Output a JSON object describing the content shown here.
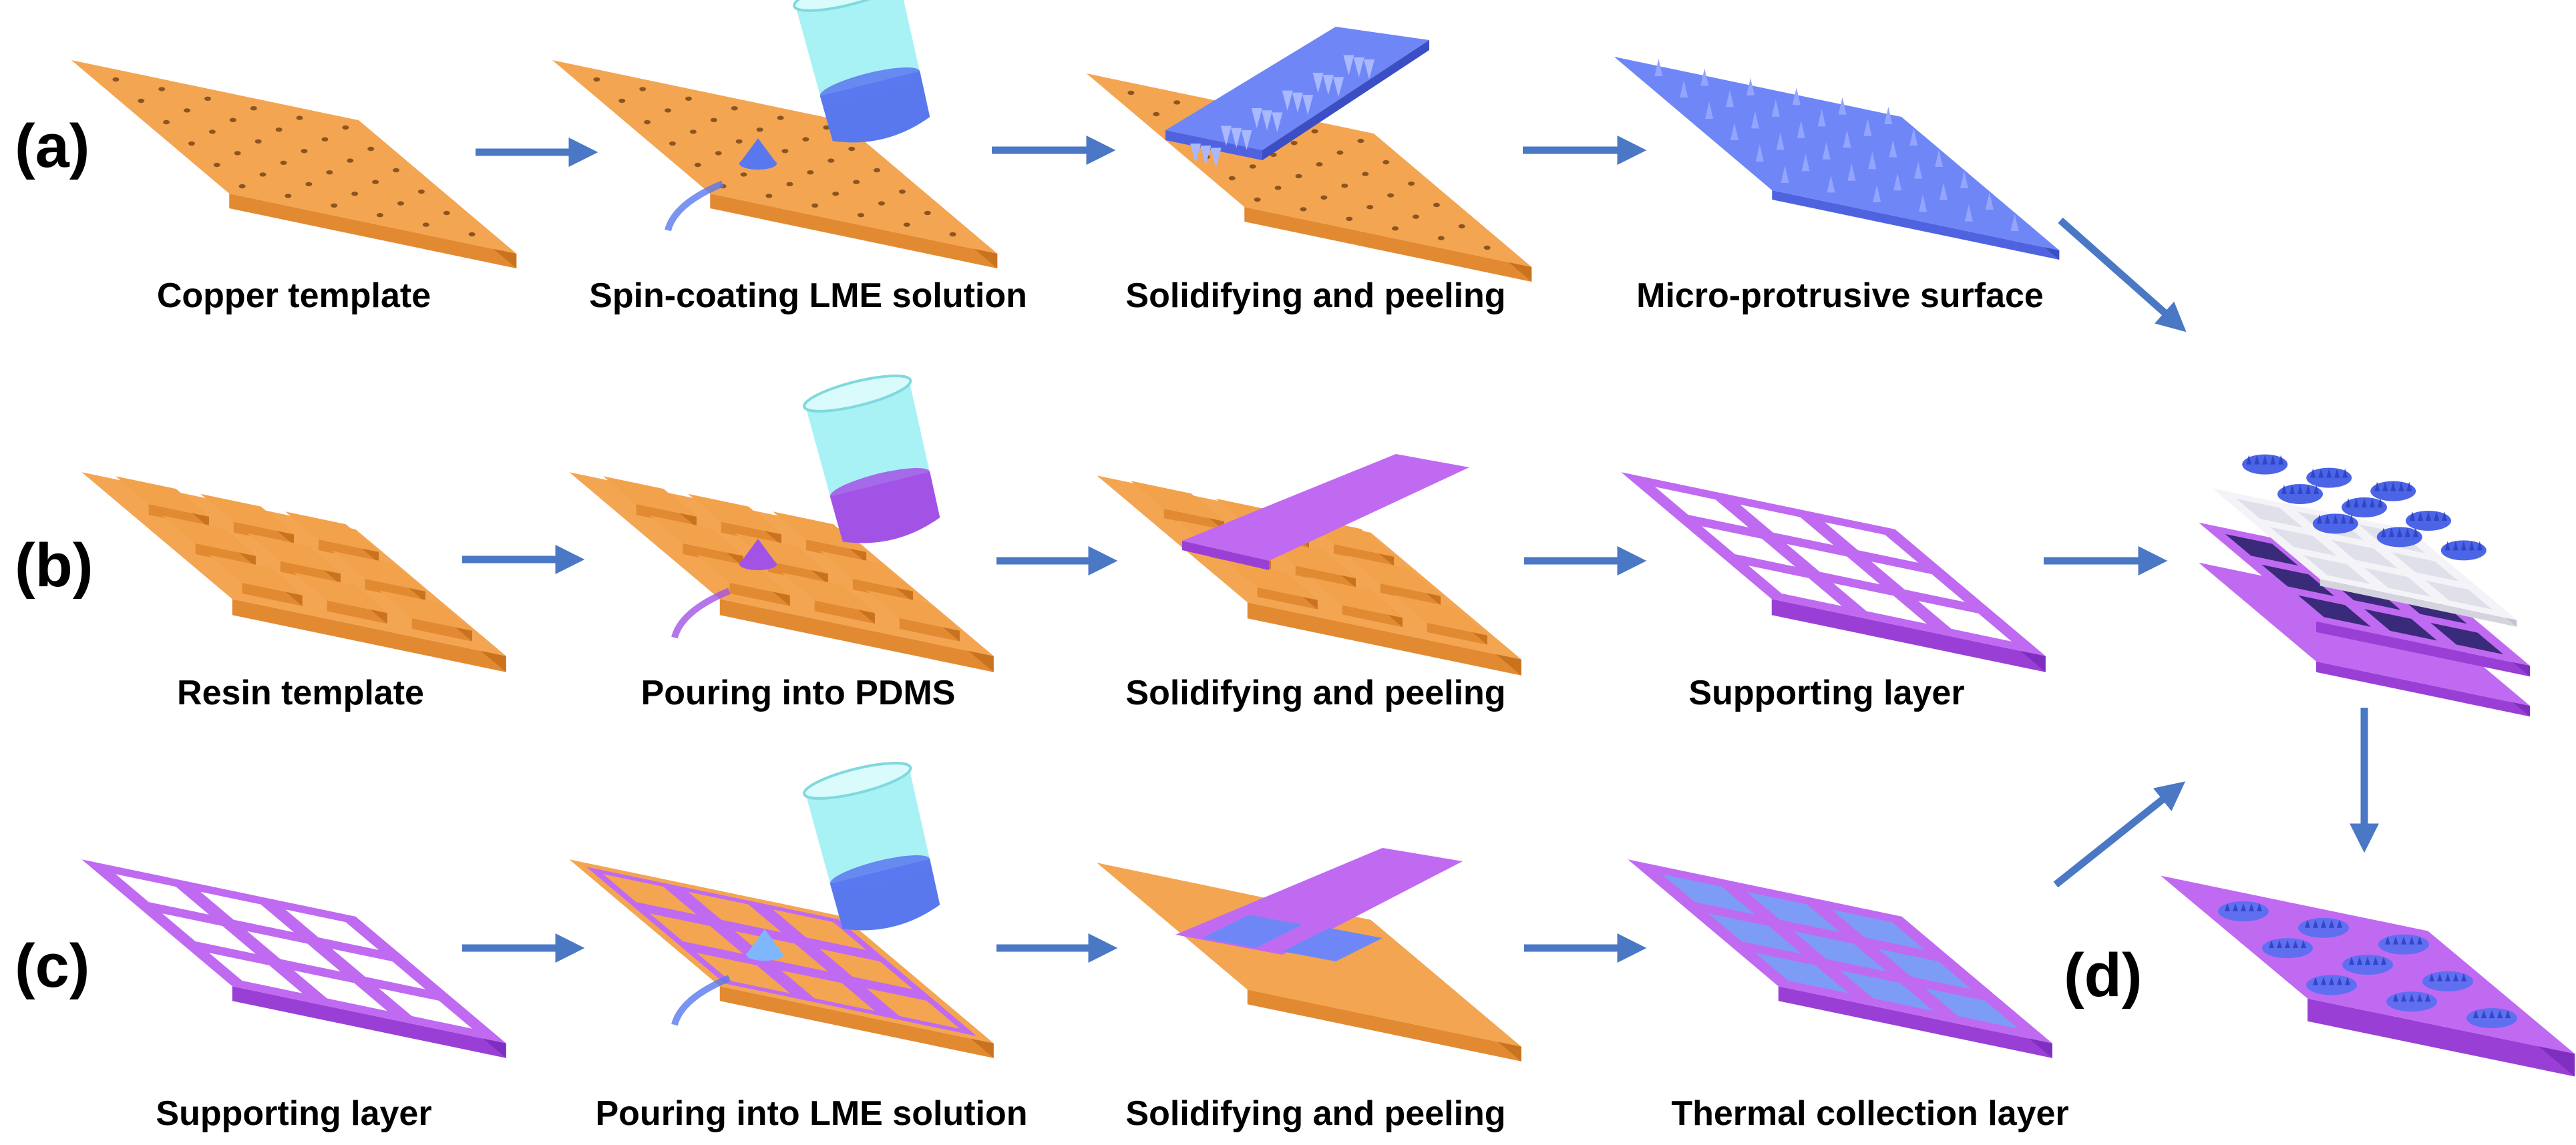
{
  "colors": {
    "copper_top": "#f4a551",
    "copper_left": "#e28a32",
    "copper_right": "#c9731f",
    "hole": "#8a5522",
    "purple_top": "#c06af2",
    "purple_left": "#9a3fd6",
    "purple_right": "#7f2fbf",
    "blue_top": "#6f87f6",
    "blue_left": "#4f63e0",
    "blue_right": "#3c4ec4",
    "arrow": "#4a78c4",
    "beaker_glass": "#9ff1f4",
    "beaker_liquid_blue": "#5a78ee",
    "beaker_liquid_purple": "#a352e6"
  },
  "rows": [
    {
      "label": "(a)",
      "steps": [
        {
          "caption": "Copper template",
          "icon": "copper-plate-dots-icon"
        },
        {
          "caption": "Spin-coating LME solution",
          "icon": "beaker-pouring-icon"
        },
        {
          "caption": "Solidifying and peeling",
          "icon": "peeling-film-icon"
        },
        {
          "caption": "Micro-protrusive surface",
          "icon": "protrusion-surface-icon"
        }
      ]
    },
    {
      "label": "(b)",
      "steps": [
        {
          "caption": "Resin template",
          "icon": "resin-template-icon"
        },
        {
          "caption": "Pouring into PDMS",
          "icon": "beaker-pouring-icon"
        },
        {
          "caption": "Solidifying and peeling",
          "icon": "peeling-film-icon"
        },
        {
          "caption": "Supporting layer",
          "icon": "supporting-layer-icon"
        }
      ]
    },
    {
      "label": "(c)",
      "steps": [
        {
          "caption": "Supporting layer",
          "icon": "supporting-layer-icon"
        },
        {
          "caption": "Pouring into LME solution",
          "icon": "beaker-pouring-icon"
        },
        {
          "caption": "Solidifying and peeling",
          "icon": "peeling-film-icon"
        },
        {
          "caption": "Thermal collection layer",
          "icon": "thermal-collection-layer-icon"
        }
      ]
    }
  ],
  "final": {
    "label": "(d)",
    "stack_icon": "exploded-layer-stack-icon",
    "device_icon": "assembled-device-icon"
  }
}
